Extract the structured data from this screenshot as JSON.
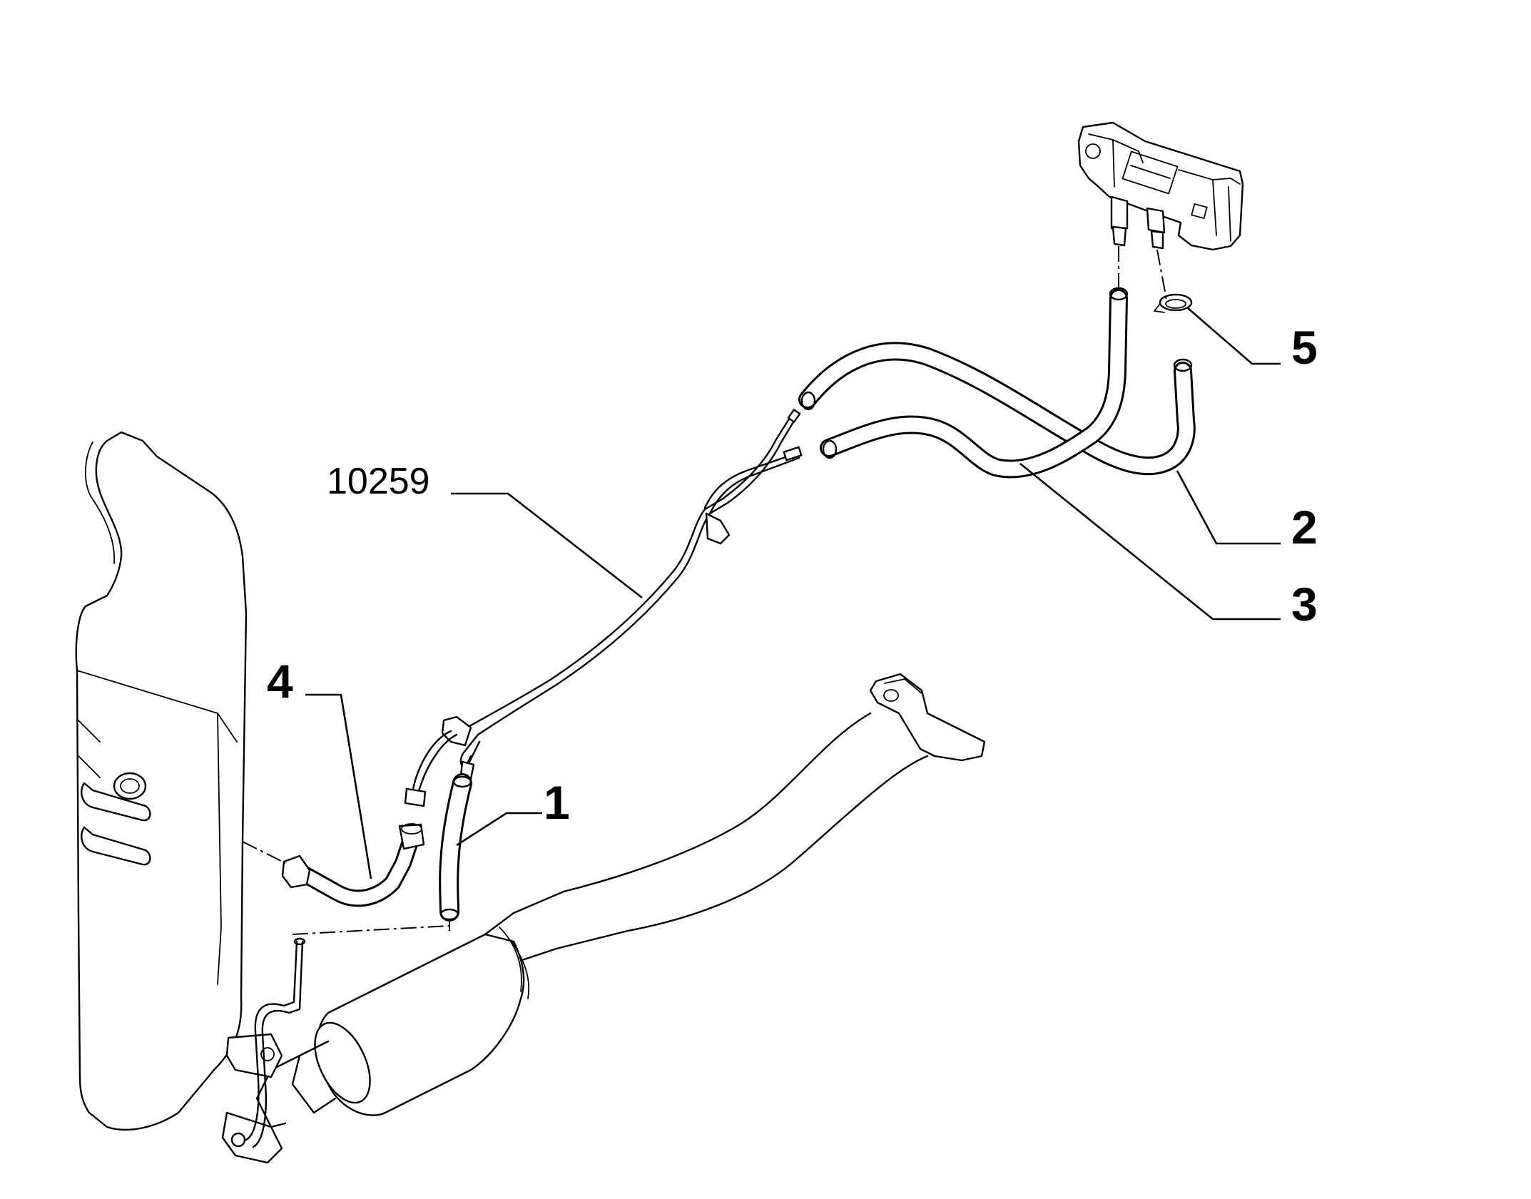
{
  "labels": {
    "part_1": "1",
    "part_2": "2",
    "part_3": "3",
    "part_4": "4",
    "part_5": "5",
    "part_10259": "10259"
  }
}
